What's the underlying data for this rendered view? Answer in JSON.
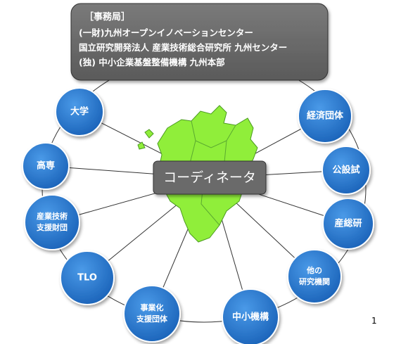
{
  "office": {
    "heading": "［事務局］",
    "lines": [
      "(一財)九州オープンイノベーションセンター",
      "国立研究開発法人 産業技術総合研究所 九州センター",
      "(独) 中小企業基盤整備機構 九州本部"
    ]
  },
  "center": {
    "label": "コーディネータ"
  },
  "nodes": [
    {
      "id": "university",
      "lines": [
        "大学"
      ]
    },
    {
      "id": "kosen",
      "lines": [
        "高専"
      ]
    },
    {
      "id": "industry-support",
      "lines": [
        "産業技術",
        "支援財団"
      ]
    },
    {
      "id": "tlo",
      "lines": [
        "TLO"
      ]
    },
    {
      "id": "business-support",
      "lines": [
        "事業化",
        "支援団体"
      ]
    },
    {
      "id": "smrj",
      "lines": [
        "中小機構"
      ]
    },
    {
      "id": "other-research",
      "lines": [
        "他の",
        "研究機関"
      ]
    },
    {
      "id": "aist",
      "lines": [
        "産総研"
      ]
    },
    {
      "id": "public-lab",
      "lines": [
        "公設試"
      ]
    },
    {
      "id": "economic-groups",
      "lines": [
        "経済団体"
      ]
    }
  ],
  "page_number": "1",
  "colors": {
    "node_fill": "#1f6fc5",
    "office_fill": "#6e6e6e",
    "center_fill": "#6a6a6a",
    "map_fill": "#90ee3a",
    "line": "#333333"
  }
}
